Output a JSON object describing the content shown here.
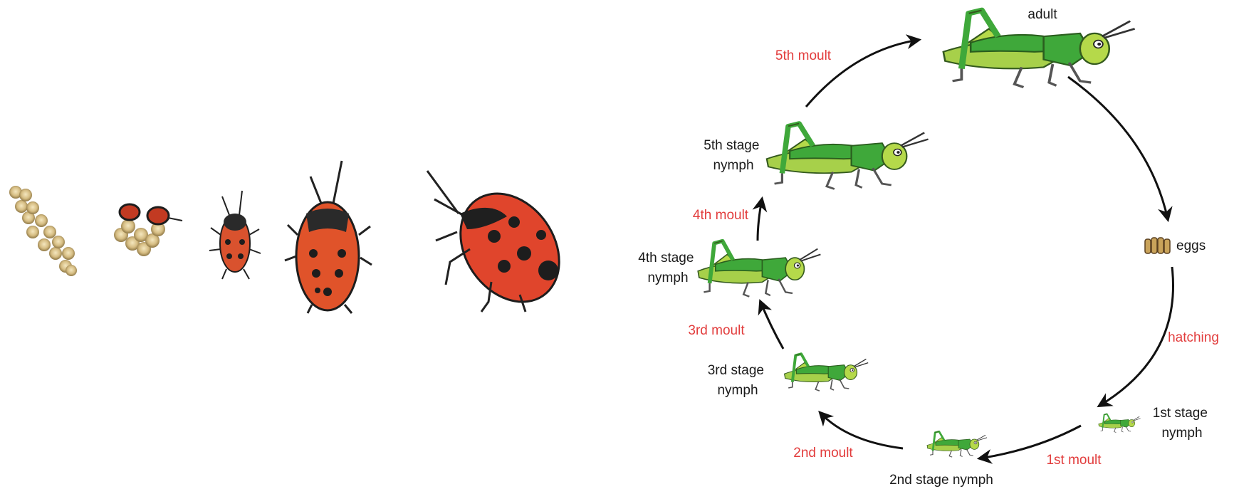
{
  "cycle": {
    "adult": "adult",
    "eggs": "eggs",
    "hatching": "hatching",
    "first_moult": "1st moult",
    "first_stage": [
      "1st stage",
      "nymph"
    ],
    "second_stage": "2nd stage nymph",
    "second_moult": "2nd moult",
    "third_stage": [
      "3rd stage",
      "nymph"
    ],
    "third_moult": "3rd moult",
    "fourth_stage": [
      "4th stage",
      "nymph"
    ],
    "fourth_moult": "4th moult",
    "fifth_stage": [
      "5th stage",
      "nymph"
    ],
    "fifth_moult": "5th moult"
  },
  "colors": {
    "stage_text": "#1a1a1a",
    "moult_text": "#e23c3c",
    "grasshopper_green": "#3fa83a",
    "grasshopper_light": "#b5d94a",
    "bug_red": "#e0452c",
    "egg_tan": "#c9b27a"
  }
}
